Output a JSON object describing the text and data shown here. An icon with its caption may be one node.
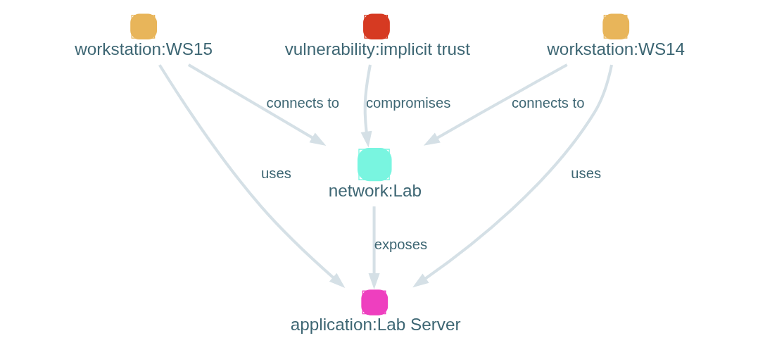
{
  "diagram": {
    "nodes": [
      {
        "text": [
          "workstation:WS15"
        ]
      },
      {
        "text": [
          "application:Lab Server"
        ]
      },
      {
        "text": [
          "vulnerability:implicit trust"
        ]
      },
      {
        "text": [
          "network:Lab"
        ]
      },
      {
        "text": [
          "workstation:WS14"
        ]
      }
    ],
    "edges": [
      {
        "from": 0,
        "to": 1,
        "arrow": "to",
        "label": "uses"
      },
      {
        "from": 0,
        "to": 3,
        "arrow": "to",
        "label": "connects to"
      },
      {
        "from": 3,
        "to": 1,
        "arrow": "to",
        "label": "exposes"
      },
      {
        "from": 4,
        "to": 1,
        "arrow": "to",
        "label": "uses"
      },
      {
        "from": 2,
        "to": 3,
        "arrow": "to",
        "label": "compromises"
      },
      {
        "from": 4,
        "to": 3,
        "arrow": "to",
        "label": "connects to"
      }
    ]
  }
}
